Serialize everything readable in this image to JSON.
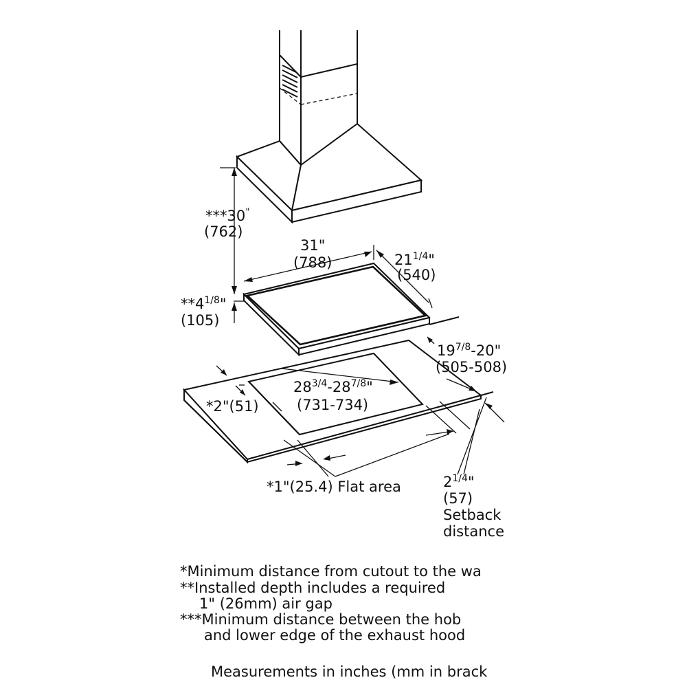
{
  "dimensions": {
    "hood_height": {
      "label": "***30",
      "unit_mark": "\"",
      "mm": "(762)"
    },
    "width": {
      "label": "31\"",
      "mm": "(788)"
    },
    "depth": {
      "whole": "21",
      "frac": "1/4",
      "mark": "\"",
      "mm": "(540)"
    },
    "install_depth": {
      "prefix": "**4",
      "frac": "1/8",
      "mark": "\"",
      "mm": "(105)"
    },
    "cutout_depth": {
      "whole": "19",
      "frac": "7/8",
      "rest": "-20\"",
      "mm": "(505-508)"
    },
    "cutout_width": {
      "whole": "28",
      "frac": "3/4",
      "mid": "-28",
      "frac2": "7/8",
      "mark": "\"",
      "mm": "(731-734)"
    },
    "min_wall": {
      "label": "*2\"(51)"
    },
    "flat_area": {
      "label": "*1\"(25.4) Flat area"
    },
    "setback": {
      "whole": "2",
      "frac": "1/4",
      "mark": "\"",
      "mm": "(57)",
      "line1": "Setback",
      "line2": "distance"
    }
  },
  "notes": [
    "*Minimum distance from cutout to the wa",
    "**Installed depth includes a required",
    "1\" (26mm) air gap",
    "***Minimum distance between the hob",
    "and lower edge of the exhaust hood"
  ],
  "footer": "Measurements in inches (mm in brack"
}
